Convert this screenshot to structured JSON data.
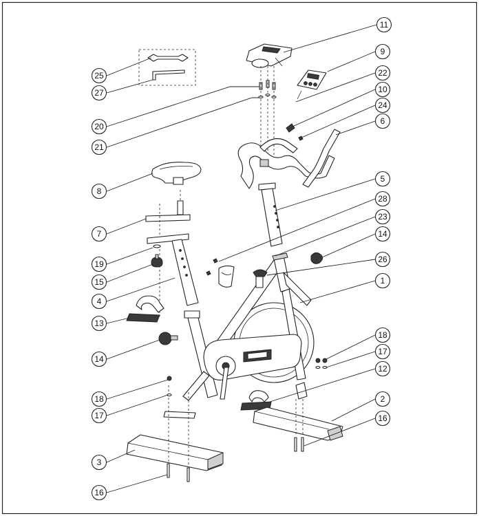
{
  "diagram": {
    "callouts": [
      {
        "id": "c-11",
        "label": "11"
      },
      {
        "id": "c-9",
        "label": "9"
      },
      {
        "id": "c-22",
        "label": "22"
      },
      {
        "id": "c-10",
        "label": "10"
      },
      {
        "id": "c-24",
        "label": "24"
      },
      {
        "id": "c-6",
        "label": "6"
      },
      {
        "id": "c-5",
        "label": "5"
      },
      {
        "id": "c-28",
        "label": "28"
      },
      {
        "id": "c-23",
        "label": "23"
      },
      {
        "id": "c-14r",
        "label": "14"
      },
      {
        "id": "c-26",
        "label": "26"
      },
      {
        "id": "c-1",
        "label": "1"
      },
      {
        "id": "c-18r",
        "label": "18"
      },
      {
        "id": "c-17r",
        "label": "17"
      },
      {
        "id": "c-12",
        "label": "12"
      },
      {
        "id": "c-2",
        "label": "2"
      },
      {
        "id": "c-16r",
        "label": "16"
      },
      {
        "id": "c-25",
        "label": "25"
      },
      {
        "id": "c-27",
        "label": "27"
      },
      {
        "id": "c-20",
        "label": "20"
      },
      {
        "id": "c-21",
        "label": "21"
      },
      {
        "id": "c-8",
        "label": "8"
      },
      {
        "id": "c-7",
        "label": "7"
      },
      {
        "id": "c-19",
        "label": "19"
      },
      {
        "id": "c-15",
        "label": "15"
      },
      {
        "id": "c-4",
        "label": "4"
      },
      {
        "id": "c-13",
        "label": "13"
      },
      {
        "id": "c-14l",
        "label": "14"
      },
      {
        "id": "c-18l",
        "label": "18"
      },
      {
        "id": "c-17l",
        "label": "17"
      },
      {
        "id": "c-3",
        "label": "3"
      },
      {
        "id": "c-16l",
        "label": "16"
      }
    ]
  }
}
